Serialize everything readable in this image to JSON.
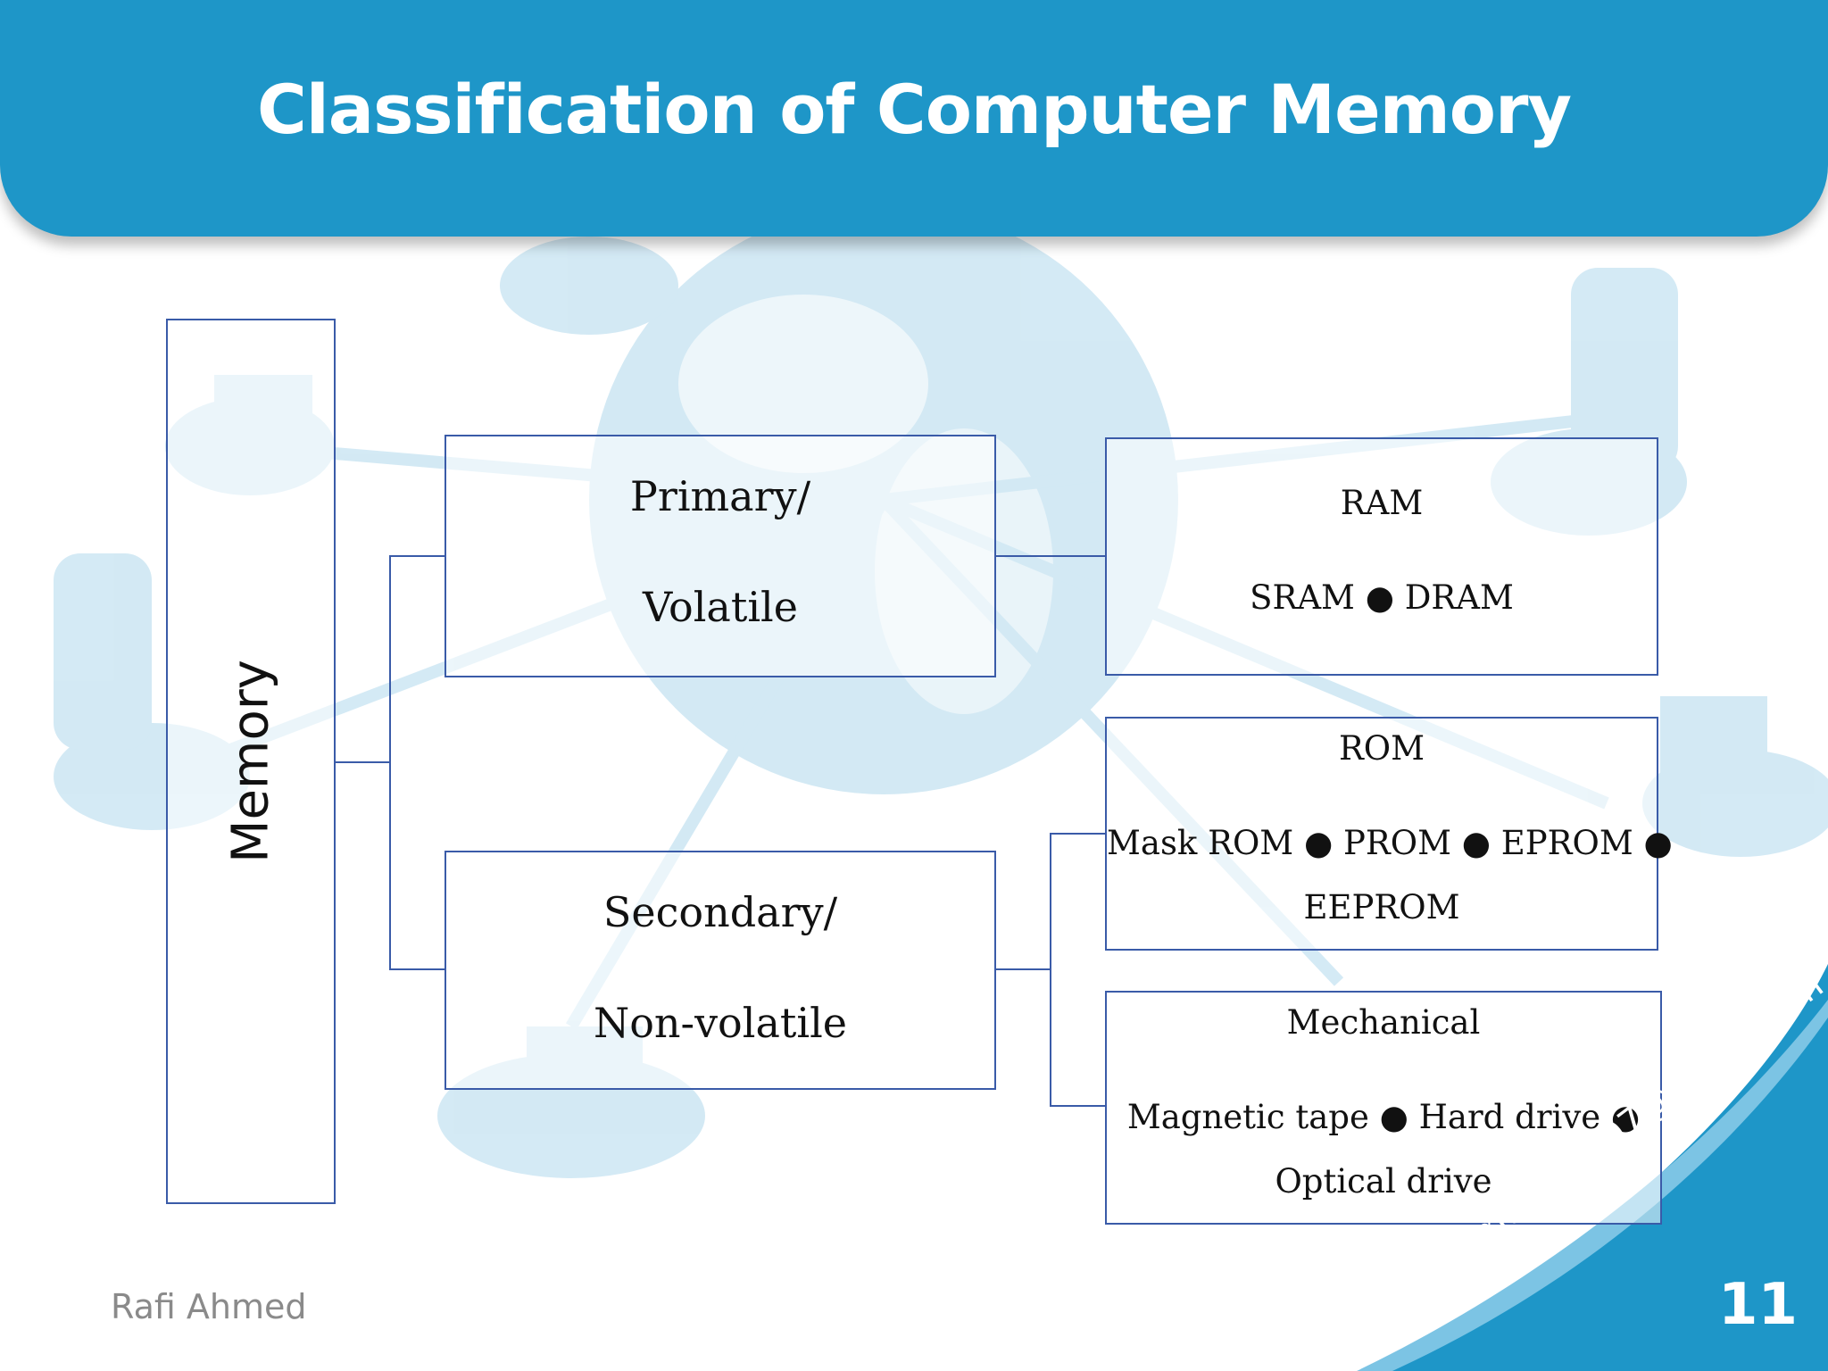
{
  "header": {
    "title": "Classification of Computer Memory"
  },
  "diagram": {
    "root": "Memory",
    "primary": {
      "line1": "Primary/",
      "line2": "Volatile"
    },
    "secondary": {
      "line1": "Secondary/",
      "line2": "Non-volatile"
    },
    "ram": {
      "title": "RAM",
      "types": "SRAM ● DRAM"
    },
    "rom": {
      "title": "ROM",
      "types_line1": "Mask ROM ● PROM ● EPROM ●",
      "types_line2": "EEPROM"
    },
    "mechanical": {
      "title": "Mechanical",
      "types_line1": "Magnetic tape ● Hard drive ●",
      "types_line2": "Optical drive"
    }
  },
  "footer": {
    "author": "Rafi Ahmed",
    "email": "ahmedrafi007@gmail.com",
    "page_number": "11"
  },
  "colors": {
    "header": "#1e96c8",
    "box_border": "#3a5ba8",
    "accent_swoosh": "#1e96c8"
  }
}
